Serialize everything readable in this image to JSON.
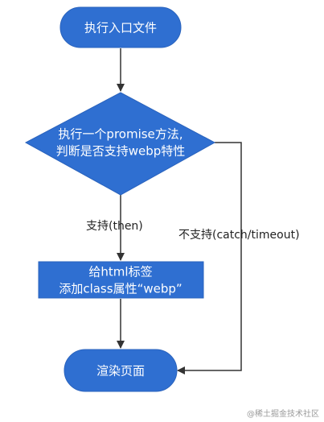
{
  "diagram": {
    "colors": {
      "node_fill": "#2f6fd1",
      "node_stroke": "#2a63bd",
      "edge": "#333333",
      "text_on_node": "#ffffff"
    },
    "nodes": {
      "start": {
        "label": "执行入口文件"
      },
      "decision": {
        "line1": "执行一个promise方法,",
        "line2": "判断是否支持webp特性"
      },
      "add_class": {
        "line1": "给html标签",
        "line2": "添加class属性“webp”"
      },
      "render": {
        "label": "渲染页面"
      }
    },
    "edges": {
      "yes_label": "支持(then)",
      "no_label": "不支持(catch/timeout)"
    }
  },
  "watermark": "@稀土掘金技术社区"
}
